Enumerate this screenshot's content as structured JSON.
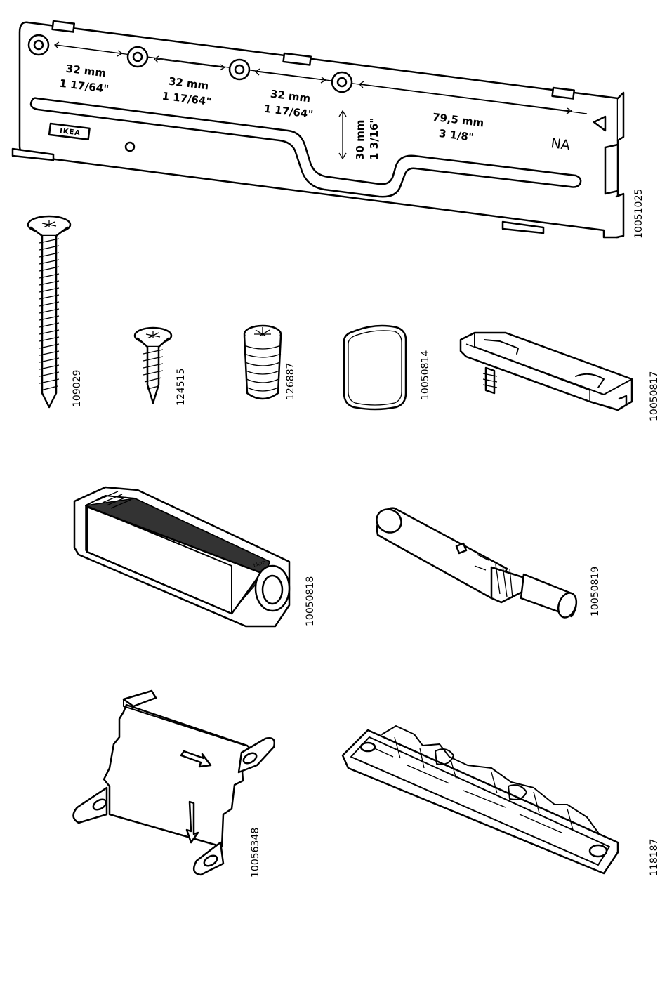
{
  "rail": {
    "brand": "IKEA",
    "code": "NA",
    "dims": [
      {
        "mm": "32 mm",
        "inch": "1 17/64\""
      },
      {
        "mm": "32 mm",
        "inch": "1 17/64\""
      },
      {
        "mm": "32 mm",
        "inch": "1 17/64\""
      },
      {
        "mm": "79,5 mm",
        "inch": "3 1/8\""
      }
    ],
    "vertical_dim": {
      "mm": "30 mm",
      "inch": "1 3/16\""
    },
    "article": "10051025"
  },
  "parts": [
    {
      "article": "109029",
      "icon": "long-screw-icon"
    },
    {
      "article": "124515",
      "icon": "short-screw-icon"
    },
    {
      "article": "126887",
      "icon": "dowel-icon"
    },
    {
      "article": "10050814",
      "icon": "pad-icon"
    },
    {
      "article": "10050817",
      "icon": "clip-bracket-icon"
    },
    {
      "article": "10050818",
      "icon": "push-opener-housing-icon"
    },
    {
      "article": "10050819",
      "icon": "push-opener-plunger-icon"
    },
    {
      "article": "10056348",
      "icon": "mounting-template-icon"
    },
    {
      "article": "118187",
      "icon": "mounting-plate-icon"
    }
  ],
  "housing_brand": "blum"
}
